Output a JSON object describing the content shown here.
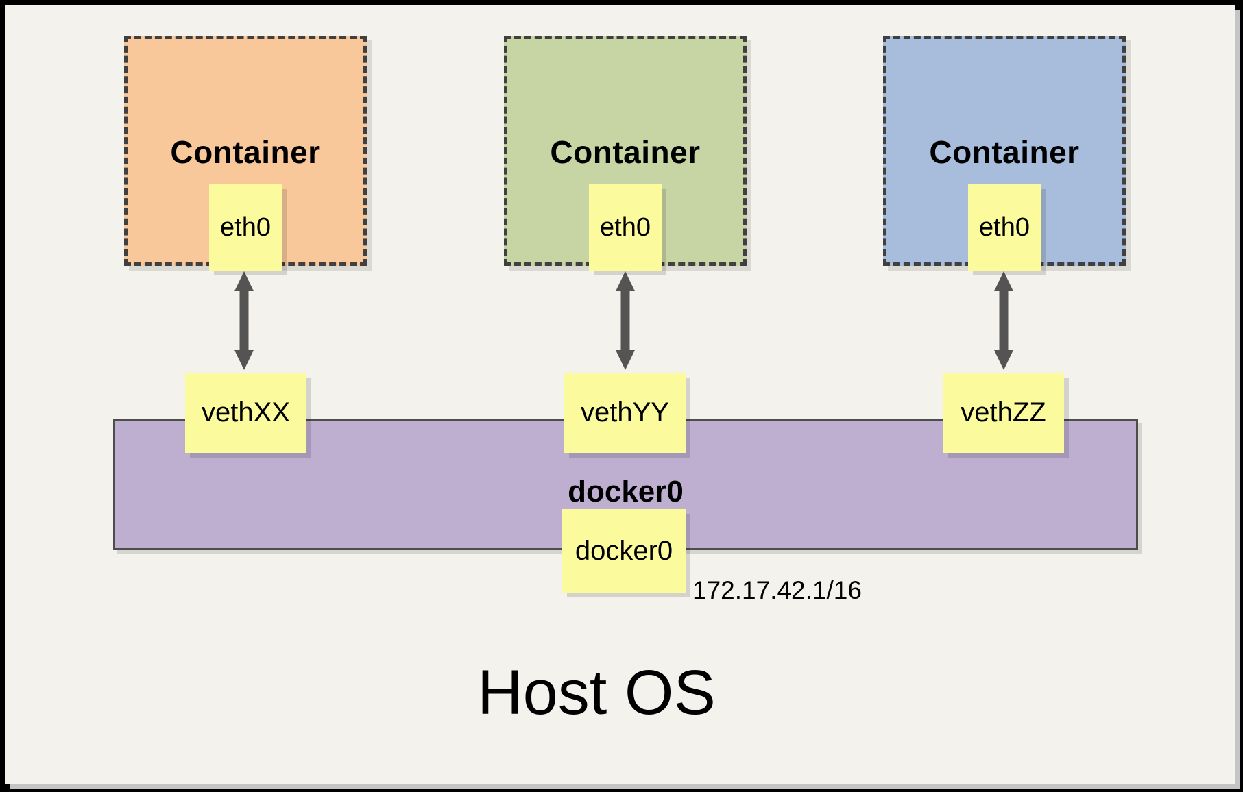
{
  "host": {
    "label": "Host OS"
  },
  "bridge": {
    "name_label": "docker0",
    "interface_label": "docker0",
    "ip": "172.17.42.1/16",
    "fill": "#BEAFD1"
  },
  "containers": [
    {
      "title": "Container",
      "interface": "eth0",
      "veth": "vethXX",
      "fill": "#F8C89B"
    },
    {
      "title": "Container",
      "interface": "eth0",
      "veth": "vethYY",
      "fill": "#C7D4A4"
    },
    {
      "title": "Container",
      "interface": "eth0",
      "veth": "vethZZ",
      "fill": "#A8BCDB"
    }
  ],
  "colors": {
    "page_background": "#F4F2EC",
    "note_fill": "#FBFB9D",
    "dashed_border": "#404040",
    "bridge_border": "#4D4D4D",
    "arrow": "#545454",
    "frame": "#000000",
    "page_shadow": "#C3C5C7"
  }
}
